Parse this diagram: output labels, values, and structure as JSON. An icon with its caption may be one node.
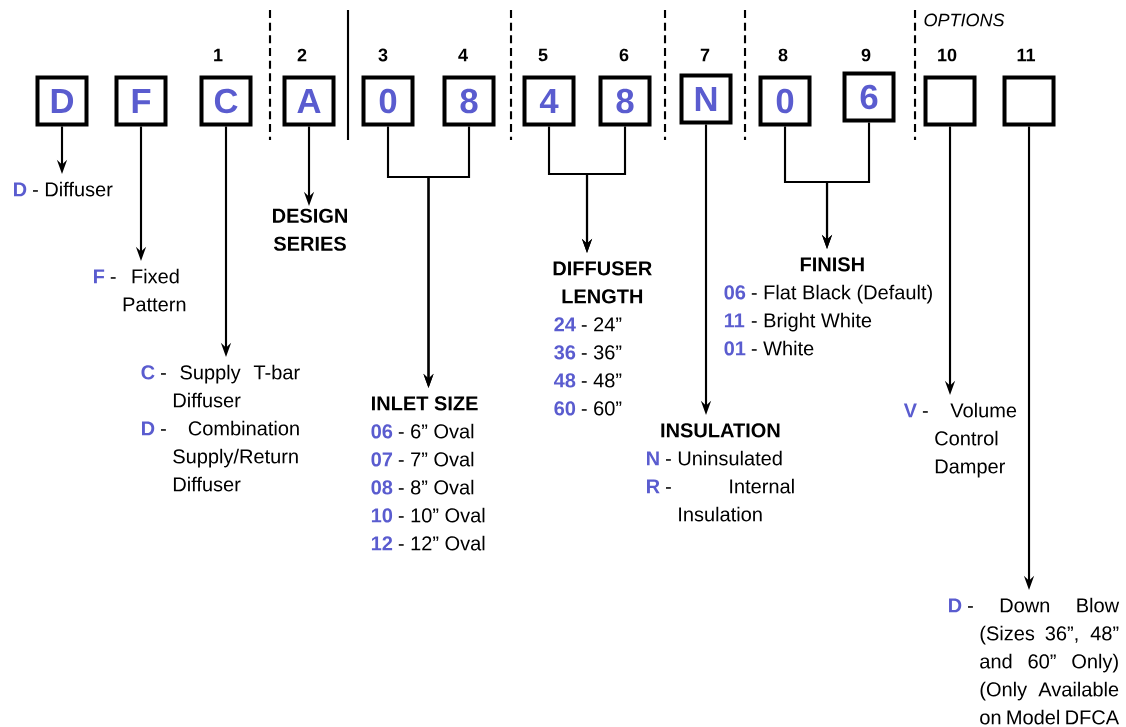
{
  "diagram": {
    "nodes": [
      {
        "text": [
          "D"
        ]
      },
      {
        "text": [
          "F"
        ]
      },
      {
        "text": [
          "C"
        ]
      },
      {
        "text": [
          "A"
        ]
      },
      {
        "text": [
          "0"
        ]
      },
      {
        "text": [
          "8"
        ]
      },
      {
        "text": [
          "4"
        ]
      },
      {
        "text": [
          "8"
        ]
      },
      {
        "text": [
          "N"
        ]
      },
      {
        "text": [
          "0"
        ]
      },
      {
        "text": [
          "6"
        ]
      },
      {
        "text": [],
        "shape": "box"
      },
      {
        "text": [],
        "shape": "box"
      },
      {
        "text": [
          "D",
          "- Diffuser"
        ]
      },
      {
        "text": [
          "F",
          "- Fixed Pattern"
        ]
      },
      {
        "text": [
          "C",
          "- Supply T-bar Diffuser",
          "D",
          "- Combination Supply/Return Diffuser"
        ]
      },
      {
        "text": [
          "DESIGN SERIES"
        ]
      },
      {
        "text": [
          "INLET SIZE",
          "06",
          "- 6” Oval",
          "07",
          "- 7” Oval",
          "08",
          "- 8” Oval",
          "10",
          "- 10” Oval",
          "12",
          "- 12” Oval"
        ]
      },
      {
        "text": [
          "DIFFUSER LENGTH",
          "24",
          "- 24”",
          "36",
          "- 36”",
          "48",
          "- 48”",
          "60",
          "- 60”"
        ]
      },
      {
        "text": [
          "INSULATION",
          "N",
          "- Uninsulated",
          "R",
          "- Internal Insulation"
        ]
      },
      {
        "text": [
          "FINISH",
          "06",
          "- Flat Black (Default)",
          "11",
          "- Bright White",
          "01",
          "- White"
        ]
      },
      {
        "text": [
          "V",
          "- Volume Control Damper"
        ]
      },
      {
        "text": [
          "D",
          "- Down Blow (Sizes 36”, 48” and 60” Only) (Only Available on Model DFCA"
        ]
      }
    ],
    "edges": [
      {
        "from": 0,
        "to": 13,
        "arrow": "to"
      },
      {
        "from": 1,
        "to": 14,
        "arrow": "to"
      },
      {
        "from": 2,
        "to": 15,
        "arrow": "to"
      },
      {
        "from": 3,
        "to": 16,
        "arrow": "to"
      },
      {
        "from": 4,
        "to": 17,
        "arrow": "to"
      },
      {
        "from": 5,
        "to": 17,
        "arrow": "to"
      },
      {
        "from": 6,
        "to": 18,
        "arrow": "to"
      },
      {
        "from": 7,
        "to": 18,
        "arrow": "to"
      },
      {
        "from": 8,
        "to": 19,
        "arrow": "to"
      },
      {
        "from": 9,
        "to": 20,
        "arrow": "to"
      },
      {
        "from": 10,
        "to": 20,
        "arrow": "to"
      },
      {
        "from": 11,
        "to": 21,
        "arrow": "to"
      },
      {
        "from": 12,
        "to": 22,
        "arrow": "to"
      }
    ],
    "labels": [
      "OPTIONS",
      "1",
      "2",
      "3",
      "4",
      "5",
      "6",
      "7",
      "8",
      "9",
      "10",
      "11"
    ]
  }
}
